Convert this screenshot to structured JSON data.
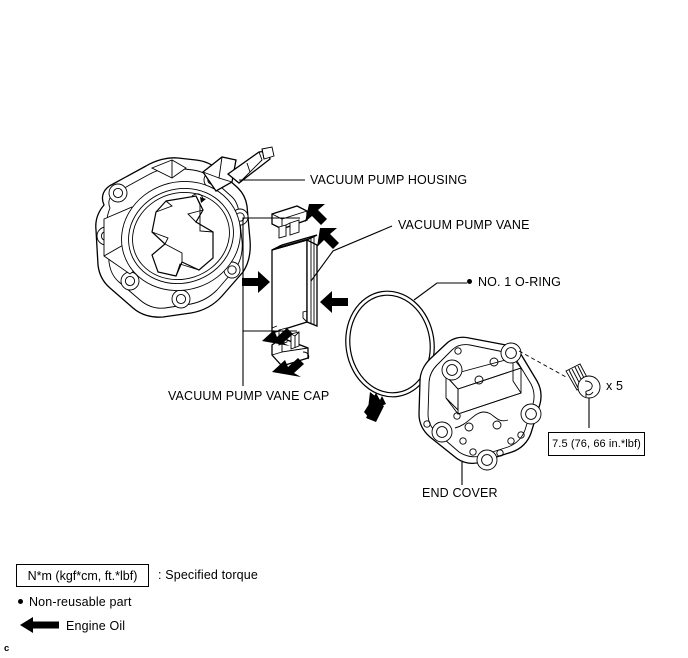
{
  "document": {
    "type": "exploded-parts-diagram",
    "subject": "Vacuum Pump Components",
    "page_mark": "c",
    "background_color": "#ffffff",
    "line_color": "#000000"
  },
  "callouts": {
    "housing": "VACUUM PUMP HOUSING",
    "vane": "VACUUM PUMP VANE",
    "vane_cap": "VACUUM PUMP VANE CAP",
    "o_ring": "NO. 1 O-RING",
    "end_cover": "END COVER",
    "bolt_quantity": "x 5"
  },
  "torque": {
    "value": "7.5 (76, 66 in.*lbf)"
  },
  "legend": {
    "torque_box_label": "N*m (kgf*cm, ft.*lbf)",
    "torque_box_meaning": ": Specified torque",
    "non_reusable": "Non-reusable part",
    "engine_oil": "Engine Oil"
  },
  "parts": [
    {
      "name": "VACUUM PUMP HOUSING",
      "qty": 1
    },
    {
      "name": "VACUUM PUMP VANE",
      "qty": 1
    },
    {
      "name": "VACUUM PUMP VANE CAP",
      "qty": 2
    },
    {
      "name": "NO. 1 O-RING",
      "qty": 1,
      "non_reusable": true
    },
    {
      "name": "END COVER",
      "qty": 1
    },
    {
      "name": "BOLT",
      "qty": 5,
      "torque": "7.5 (76, 66 in.*lbf)"
    }
  ]
}
